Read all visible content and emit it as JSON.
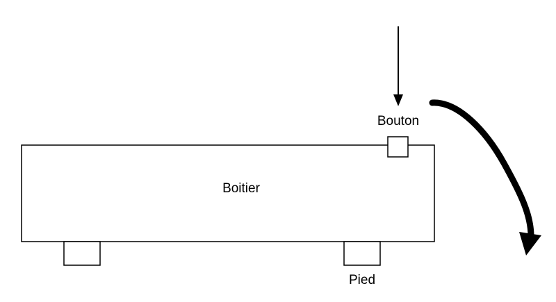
{
  "diagram": {
    "labels": {
      "boitier": "Boitier",
      "bouton": "Bouton",
      "pied": "Pied"
    },
    "colors": {
      "stroke": "#000000",
      "background": "#ffffff"
    },
    "icons": {
      "press_arrow": "arrow-down-icon",
      "tilt_arrow": "curved-arrow-icon"
    }
  }
}
